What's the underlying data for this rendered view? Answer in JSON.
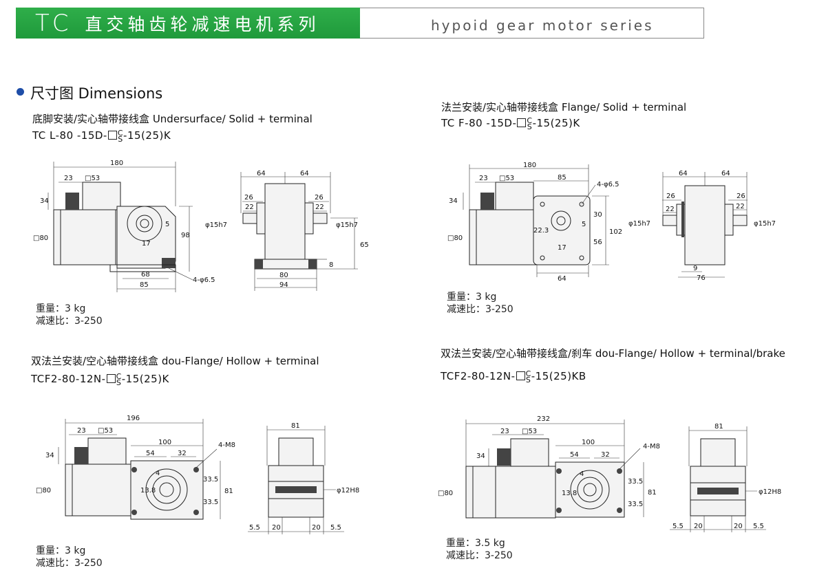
{
  "header": {
    "tc": "TC",
    "title_cn": "直交轴齿轮减速电机系列",
    "title_en": "hypoid gear motor series"
  },
  "section": {
    "title": "尺寸图  Dimensions"
  },
  "panels": [
    {
      "subtitle": "底脚安装/实心轴带接线盒   Undersurface/ Solid + terminal",
      "model_pre": "TC L-80 -15D-",
      "model_post": "-15(25)K",
      "weight": "重量：3 kg",
      "ratio": "减速比：3-250",
      "dims": {
        "d180": "180",
        "d23": "23",
        "d53": "□53",
        "d34": "34",
        "d80": "□80",
        "d98": "98",
        "d5": "5",
        "d17": "17",
        "d68": "68",
        "d85": "85",
        "d465": "4-φ6.5",
        "d64a": "64",
        "d64b": "64",
        "d26a": "26",
        "d26b": "26",
        "d22a": "22",
        "d22b": "22",
        "d15a": "φ15h7",
        "d15b": "φ15h7",
        "d65": "65",
        "d8": "8",
        "d80b": "80",
        "d94": "94"
      }
    },
    {
      "subtitle": "法兰安装/实心轴带接线盒   Flange/ Solid + terminal",
      "model_pre": "TC F-80 -15D-",
      "model_post": "-15(25)K",
      "weight": "重量：3 kg",
      "ratio": "减速比：3-250",
      "dims": {
        "d180": "180",
        "d23": "23",
        "d53": "□53",
        "d85": "85",
        "d465": "4-φ6.5",
        "d34": "34",
        "d80": "□80",
        "d30": "30",
        "d223": "22.3",
        "d5": "5",
        "d17": "17",
        "d56": "56",
        "d102": "102",
        "d64": "64",
        "d64a": "64",
        "d64b": "64",
        "d26a": "26",
        "d26b": "26",
        "d22a": "22",
        "d22b": "22",
        "d15a": "φ15h7",
        "d15b": "φ15h7",
        "d9": "9",
        "d76": "76"
      }
    },
    {
      "subtitle": "双法兰安装/空心轴带接线盒   dou-Flange/ Hollow + terminal",
      "model_pre": "TCF2-80-12N-",
      "model_post": "-15(25)K",
      "weight": "重量：3 kg",
      "ratio": "减速比：3-250",
      "dims": {
        "d196": "196",
        "d23": "23",
        "d53": "□53",
        "d100": "100",
        "d4m8": "4-M8",
        "d34": "34",
        "d54": "54",
        "d32": "32",
        "d4": "4",
        "d80": "□80",
        "d335a": "33.5",
        "d138": "13.8",
        "d81": "81",
        "d335b": "33.5",
        "d81b": "81",
        "d12": "φ12H8",
        "d55a": "5.5",
        "d20a": "20",
        "d20b": "20",
        "d55b": "5.5"
      }
    },
    {
      "subtitle": "双法兰安装/空心轴带接线盒/刹车   dou-Flange/ Hollow + terminal/brake",
      "model_pre": "TCF2-80-12N-",
      "model_post": "-15(25)KB",
      "weight": "重量：3.5 kg",
      "ratio": "减速比：3-250",
      "dims": {
        "d232": "232",
        "d23": "23",
        "d53": "□53",
        "d100": "100",
        "d4m8": "4-M8",
        "d34": "34",
        "d54": "54",
        "d32": "32",
        "d4": "4",
        "d80": "□80",
        "d335a": "33.5",
        "d138": "13.8",
        "d81": "81",
        "d335b": "33.5",
        "d81b": "81",
        "d12": "φ12H8",
        "d55a": "5.5",
        "d20a": "20",
        "d20b": "20",
        "d55b": "5.5"
      }
    }
  ],
  "model_box": {
    "c": "C",
    "s": "S"
  }
}
